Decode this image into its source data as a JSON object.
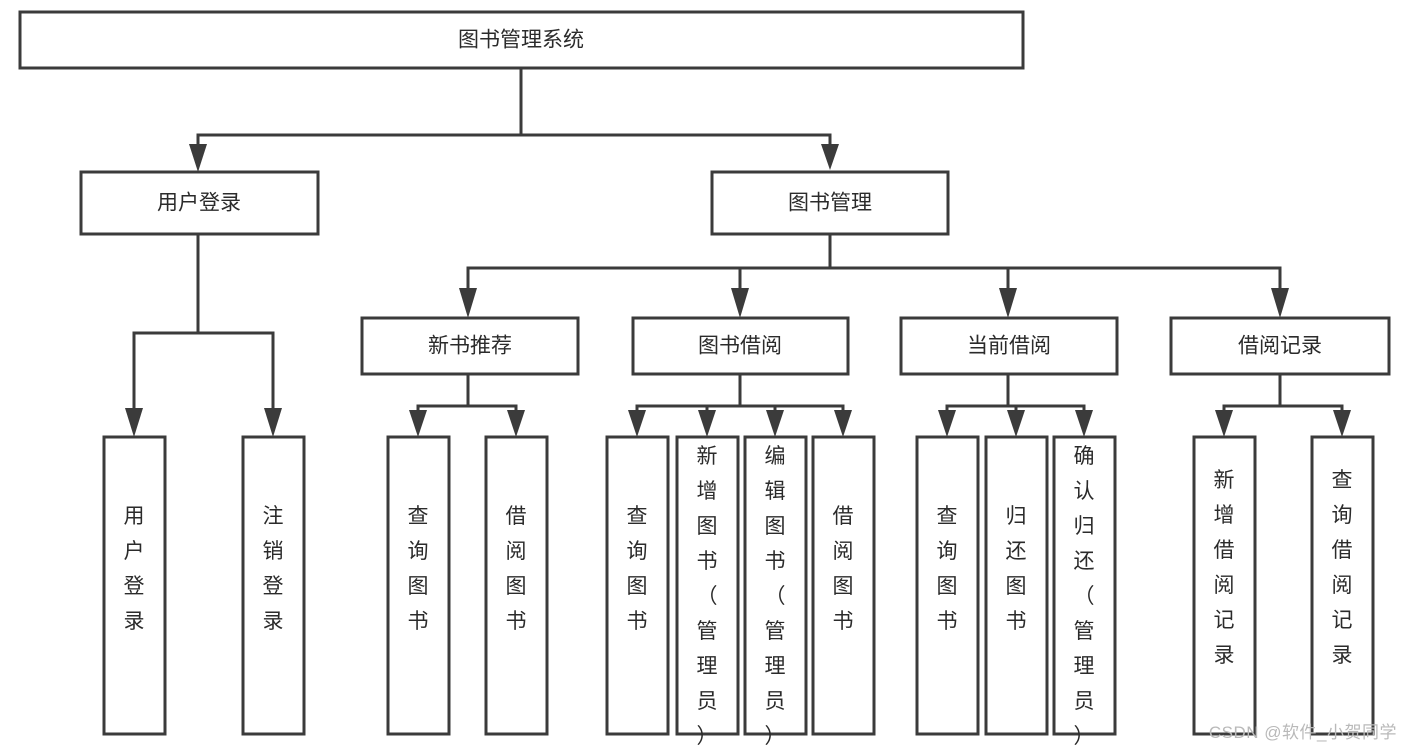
{
  "diagram": {
    "title": "图书管理系统",
    "type": "tree-hierarchy",
    "watermark": "CSDN @软件_小贺同学",
    "colors": {
      "stroke": "#3b3b3b",
      "fill": "#ffffff",
      "text": "#2b2b2b",
      "watermark": "#b9b9b9"
    },
    "levels": {
      "root": {
        "label": "图书管理系统",
        "orientation": "horizontal"
      },
      "level1": [
        {
          "id": "user-login",
          "label": "用户登录",
          "orientation": "horizontal"
        },
        {
          "id": "book-management",
          "label": "图书管理",
          "orientation": "horizontal"
        }
      ],
      "level2": [
        {
          "id": "new-book-recommend",
          "label": "新书推荐",
          "orientation": "horizontal",
          "parent": "book-management"
        },
        {
          "id": "book-borrow",
          "label": "图书借阅",
          "orientation": "horizontal",
          "parent": "book-management"
        },
        {
          "id": "current-borrow",
          "label": "当前借阅",
          "orientation": "horizontal",
          "parent": "book-management"
        },
        {
          "id": "borrow-record",
          "label": "借阅记录",
          "orientation": "horizontal",
          "parent": "book-management"
        }
      ],
      "leaves": [
        {
          "id": "leaf-user-login",
          "label": "用户登录",
          "orientation": "vertical",
          "parent": "user-login"
        },
        {
          "id": "leaf-logout",
          "label": "注销登录",
          "orientation": "vertical",
          "parent": "user-login"
        },
        {
          "id": "leaf-query-book-1",
          "label": "查询图书",
          "orientation": "vertical",
          "parent": "new-book-recommend"
        },
        {
          "id": "leaf-borrow-book-1",
          "label": "借阅图书",
          "orientation": "vertical",
          "parent": "new-book-recommend"
        },
        {
          "id": "leaf-query-book-2",
          "label": "查询图书",
          "orientation": "vertical",
          "parent": "book-borrow"
        },
        {
          "id": "leaf-add-book",
          "label": "新增图书（管理员）",
          "orientation": "vertical",
          "parent": "book-borrow"
        },
        {
          "id": "leaf-edit-book",
          "label": "编辑图书（管理员）",
          "orientation": "vertical",
          "parent": "book-borrow"
        },
        {
          "id": "leaf-borrow-book-2",
          "label": "借阅图书",
          "orientation": "vertical",
          "parent": "book-borrow"
        },
        {
          "id": "leaf-query-book-3",
          "label": "查询图书",
          "orientation": "vertical",
          "parent": "current-borrow"
        },
        {
          "id": "leaf-return-book",
          "label": "归还图书",
          "orientation": "vertical",
          "parent": "current-borrow"
        },
        {
          "id": "leaf-confirm-return",
          "label": "确认归还（管理员）",
          "orientation": "vertical",
          "parent": "current-borrow"
        },
        {
          "id": "leaf-add-record",
          "label": "新增借阅记录",
          "orientation": "vertical",
          "parent": "borrow-record"
        },
        {
          "id": "leaf-query-record",
          "label": "查询借阅记录",
          "orientation": "vertical",
          "parent": "borrow-record"
        }
      ]
    }
  }
}
